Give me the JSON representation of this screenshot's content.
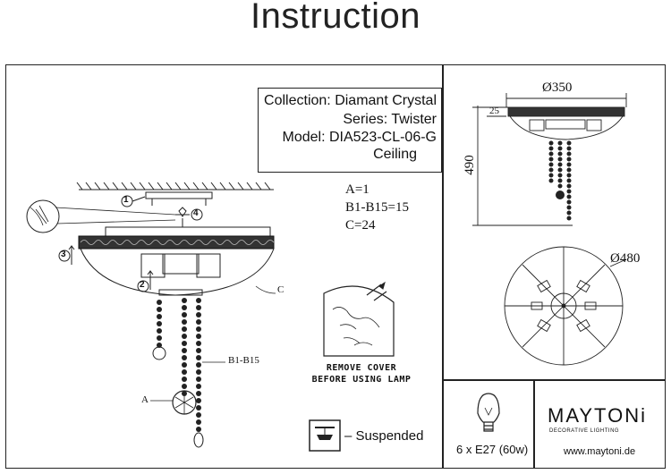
{
  "title": "Instruction",
  "info": {
    "collection": "Collection: Diamant Crystal",
    "series": "Series: Twister",
    "model": "Model: DIA523-CL-06-G",
    "type": "Ceiling"
  },
  "parts": {
    "a": "A=1",
    "b": "B1-B15=15",
    "c": "C=24"
  },
  "labels": {
    "step1": "1",
    "step2": "2",
    "step3": "3",
    "step4": "4",
    "label_c": "C",
    "label_b": "B1-B15",
    "label_a": "A"
  },
  "remove_cover": {
    "line1": "REMOVE COVER",
    "line2": "BEFORE USING LAMP"
  },
  "suspended": "– Suspended",
  "dimensions": {
    "width_top": "Ø350",
    "height": "490",
    "thickness": "25",
    "diameter": "Ø480"
  },
  "bulb": "6 x E27 (60w)",
  "brand": {
    "name": "MAYTONi",
    "tagline": "DECORATIVE LIGHTING",
    "website": "www.maytoni.de"
  }
}
